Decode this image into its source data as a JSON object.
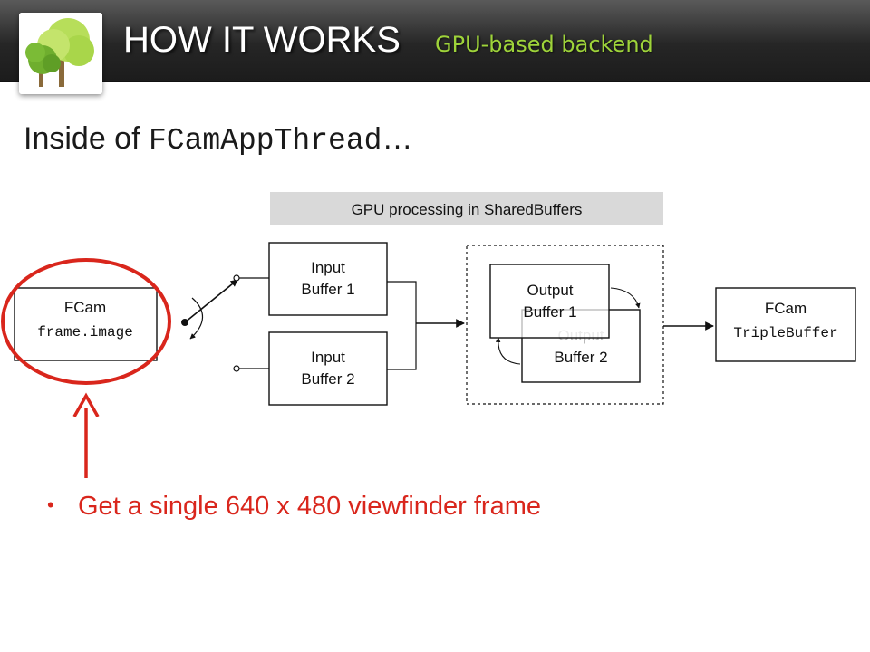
{
  "header": {
    "title": "HOW IT WORKS",
    "subtitle": "GPU-based backend",
    "logo_icon": "tree-logo-icon"
  },
  "heading": {
    "prefix": "Inside of ",
    "code": "FCamAppThread",
    "suffix": "…"
  },
  "diagram": {
    "banner": "GPU processing in SharedBuffers",
    "source": {
      "line1": "FCam",
      "line2": "frame.image"
    },
    "input1": {
      "line1": "Input",
      "line2": "Buffer 1"
    },
    "input2": {
      "line1": "Input",
      "line2": "Buffer 2"
    },
    "output1": {
      "line1": "Output",
      "line2": "Buffer 1"
    },
    "output2": {
      "line1": "Output",
      "line2": "Buffer 2"
    },
    "dest": {
      "line1": "FCam",
      "line2": "TripleBuffer"
    }
  },
  "bullets": [
    "Get a single 640 x 480 viewfinder frame"
  ],
  "colors": {
    "highlight": "#d9261c",
    "subtitle": "#9ed33a",
    "banner_bg": "#d9d9d9"
  }
}
